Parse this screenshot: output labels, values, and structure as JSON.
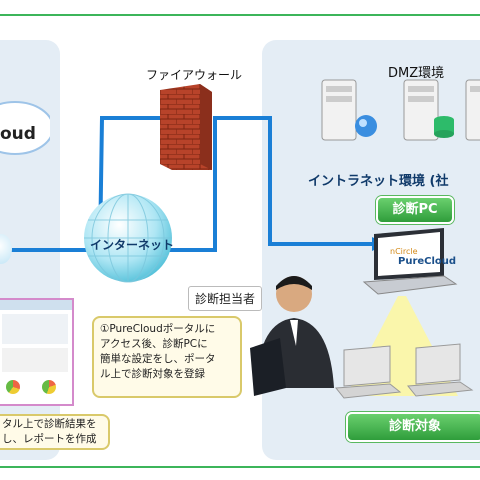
{
  "firewall": {
    "label": "ファイアウォール"
  },
  "dmz": {
    "label": "DMZ環境"
  },
  "intranet": {
    "label": "イントラネット環境 (社"
  },
  "cloud_left": {
    "label": "oud"
  },
  "internet": {
    "label": "インターネット"
  },
  "diag_pc": {
    "label": "診断PC",
    "cloud_logo_top": "nCircle",
    "cloud_logo_main": "PureCloud"
  },
  "staff": {
    "label": "診断担当者"
  },
  "targets": {
    "label": "診断対象"
  },
  "callout_right": {
    "lines": [
      "①PureCloudポータルに",
      "アクセス後、診断PCに",
      "簡単な設定をし、ポータ",
      "ル上で診断対象を登録"
    ]
  },
  "callout_left": {
    "lines": [
      "タル上で診断結果を",
      "し、レポートを作成"
    ]
  },
  "colors": {
    "panel": "#e4edf5",
    "line": "#1a7fd6",
    "accent": "#3cb55a"
  }
}
